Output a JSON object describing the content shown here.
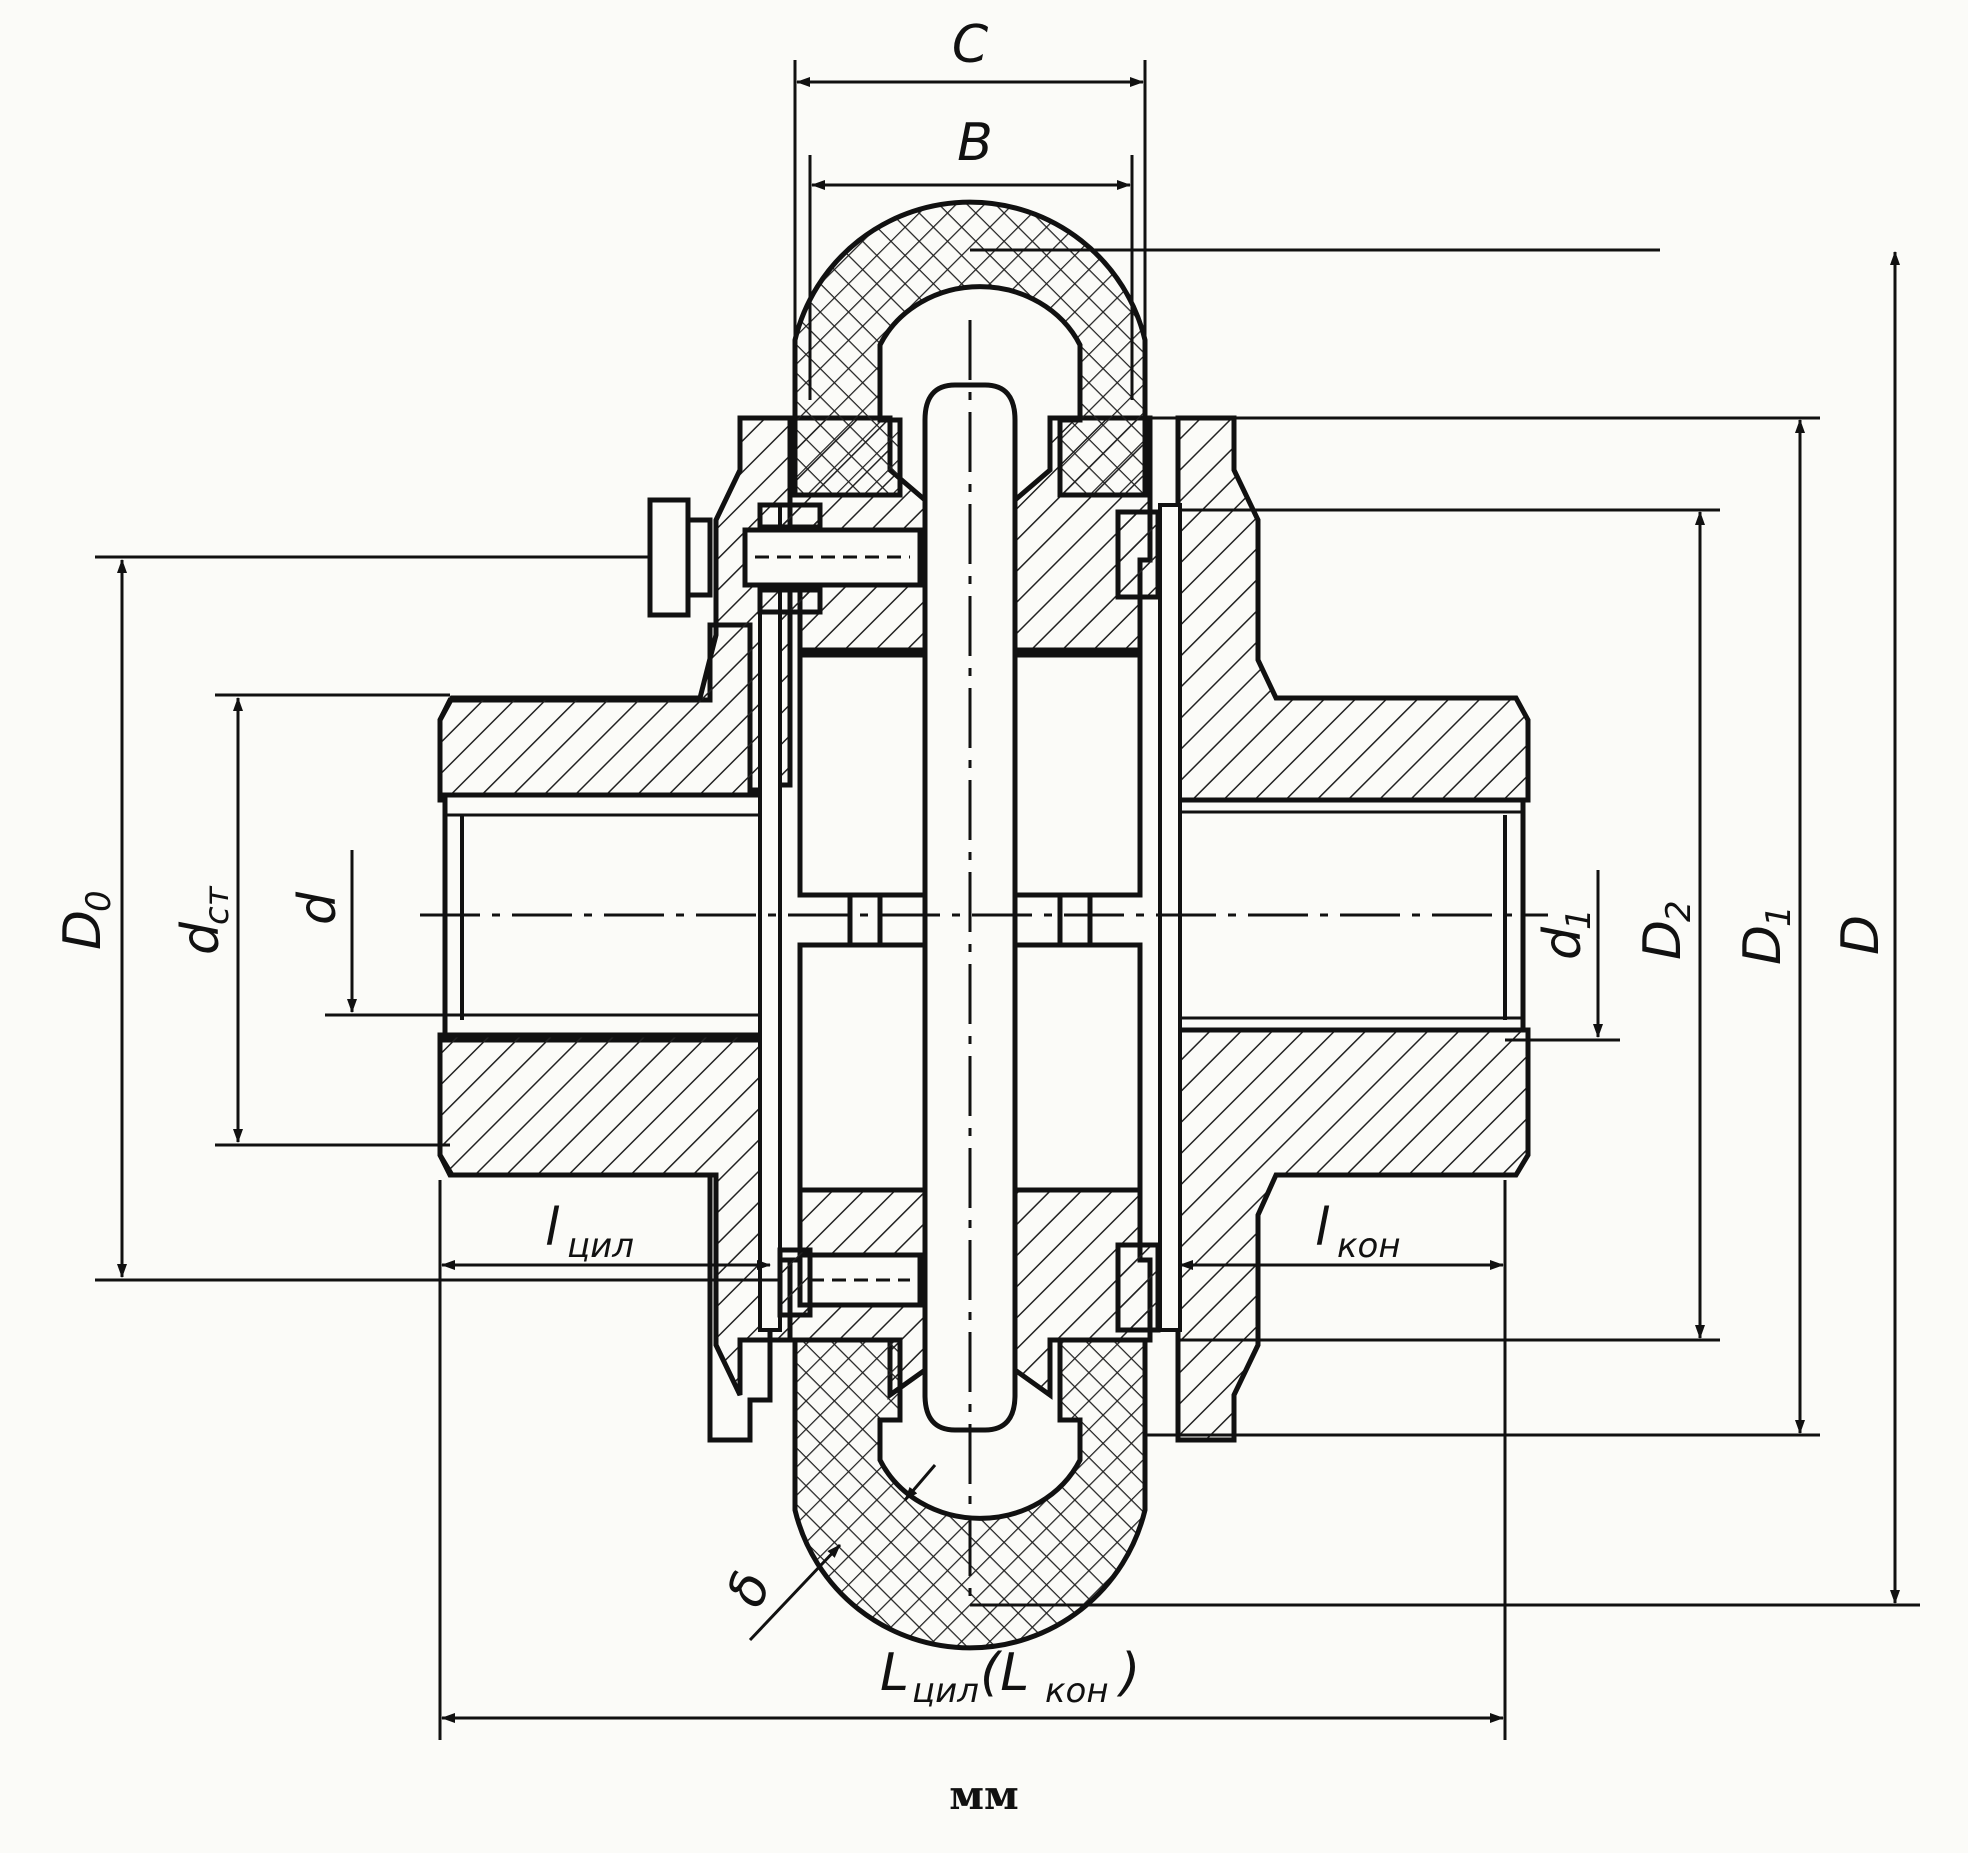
{
  "drawing": {
    "labels": {
      "C": "C",
      "B": "B",
      "D0": "D",
      "D0_sub": "0",
      "dct": "d",
      "dct_sub": "cт",
      "d": "d",
      "d1": "d",
      "d1_sub": "1",
      "D2": "D",
      "D2_sub": "2",
      "D1": "D",
      "D1_sub": "1",
      "D": "D",
      "l_cyl": "l",
      "l_cyl_sub": "цил",
      "l_kon": "l",
      "l_kon_sub": "кон",
      "delta": "δ",
      "L_total": "L",
      "L_total_sub1": "цил",
      "L_total_mid": "(L",
      "L_total_sub2": "кон",
      "L_total_end": ")"
    },
    "unit": "мм"
  }
}
